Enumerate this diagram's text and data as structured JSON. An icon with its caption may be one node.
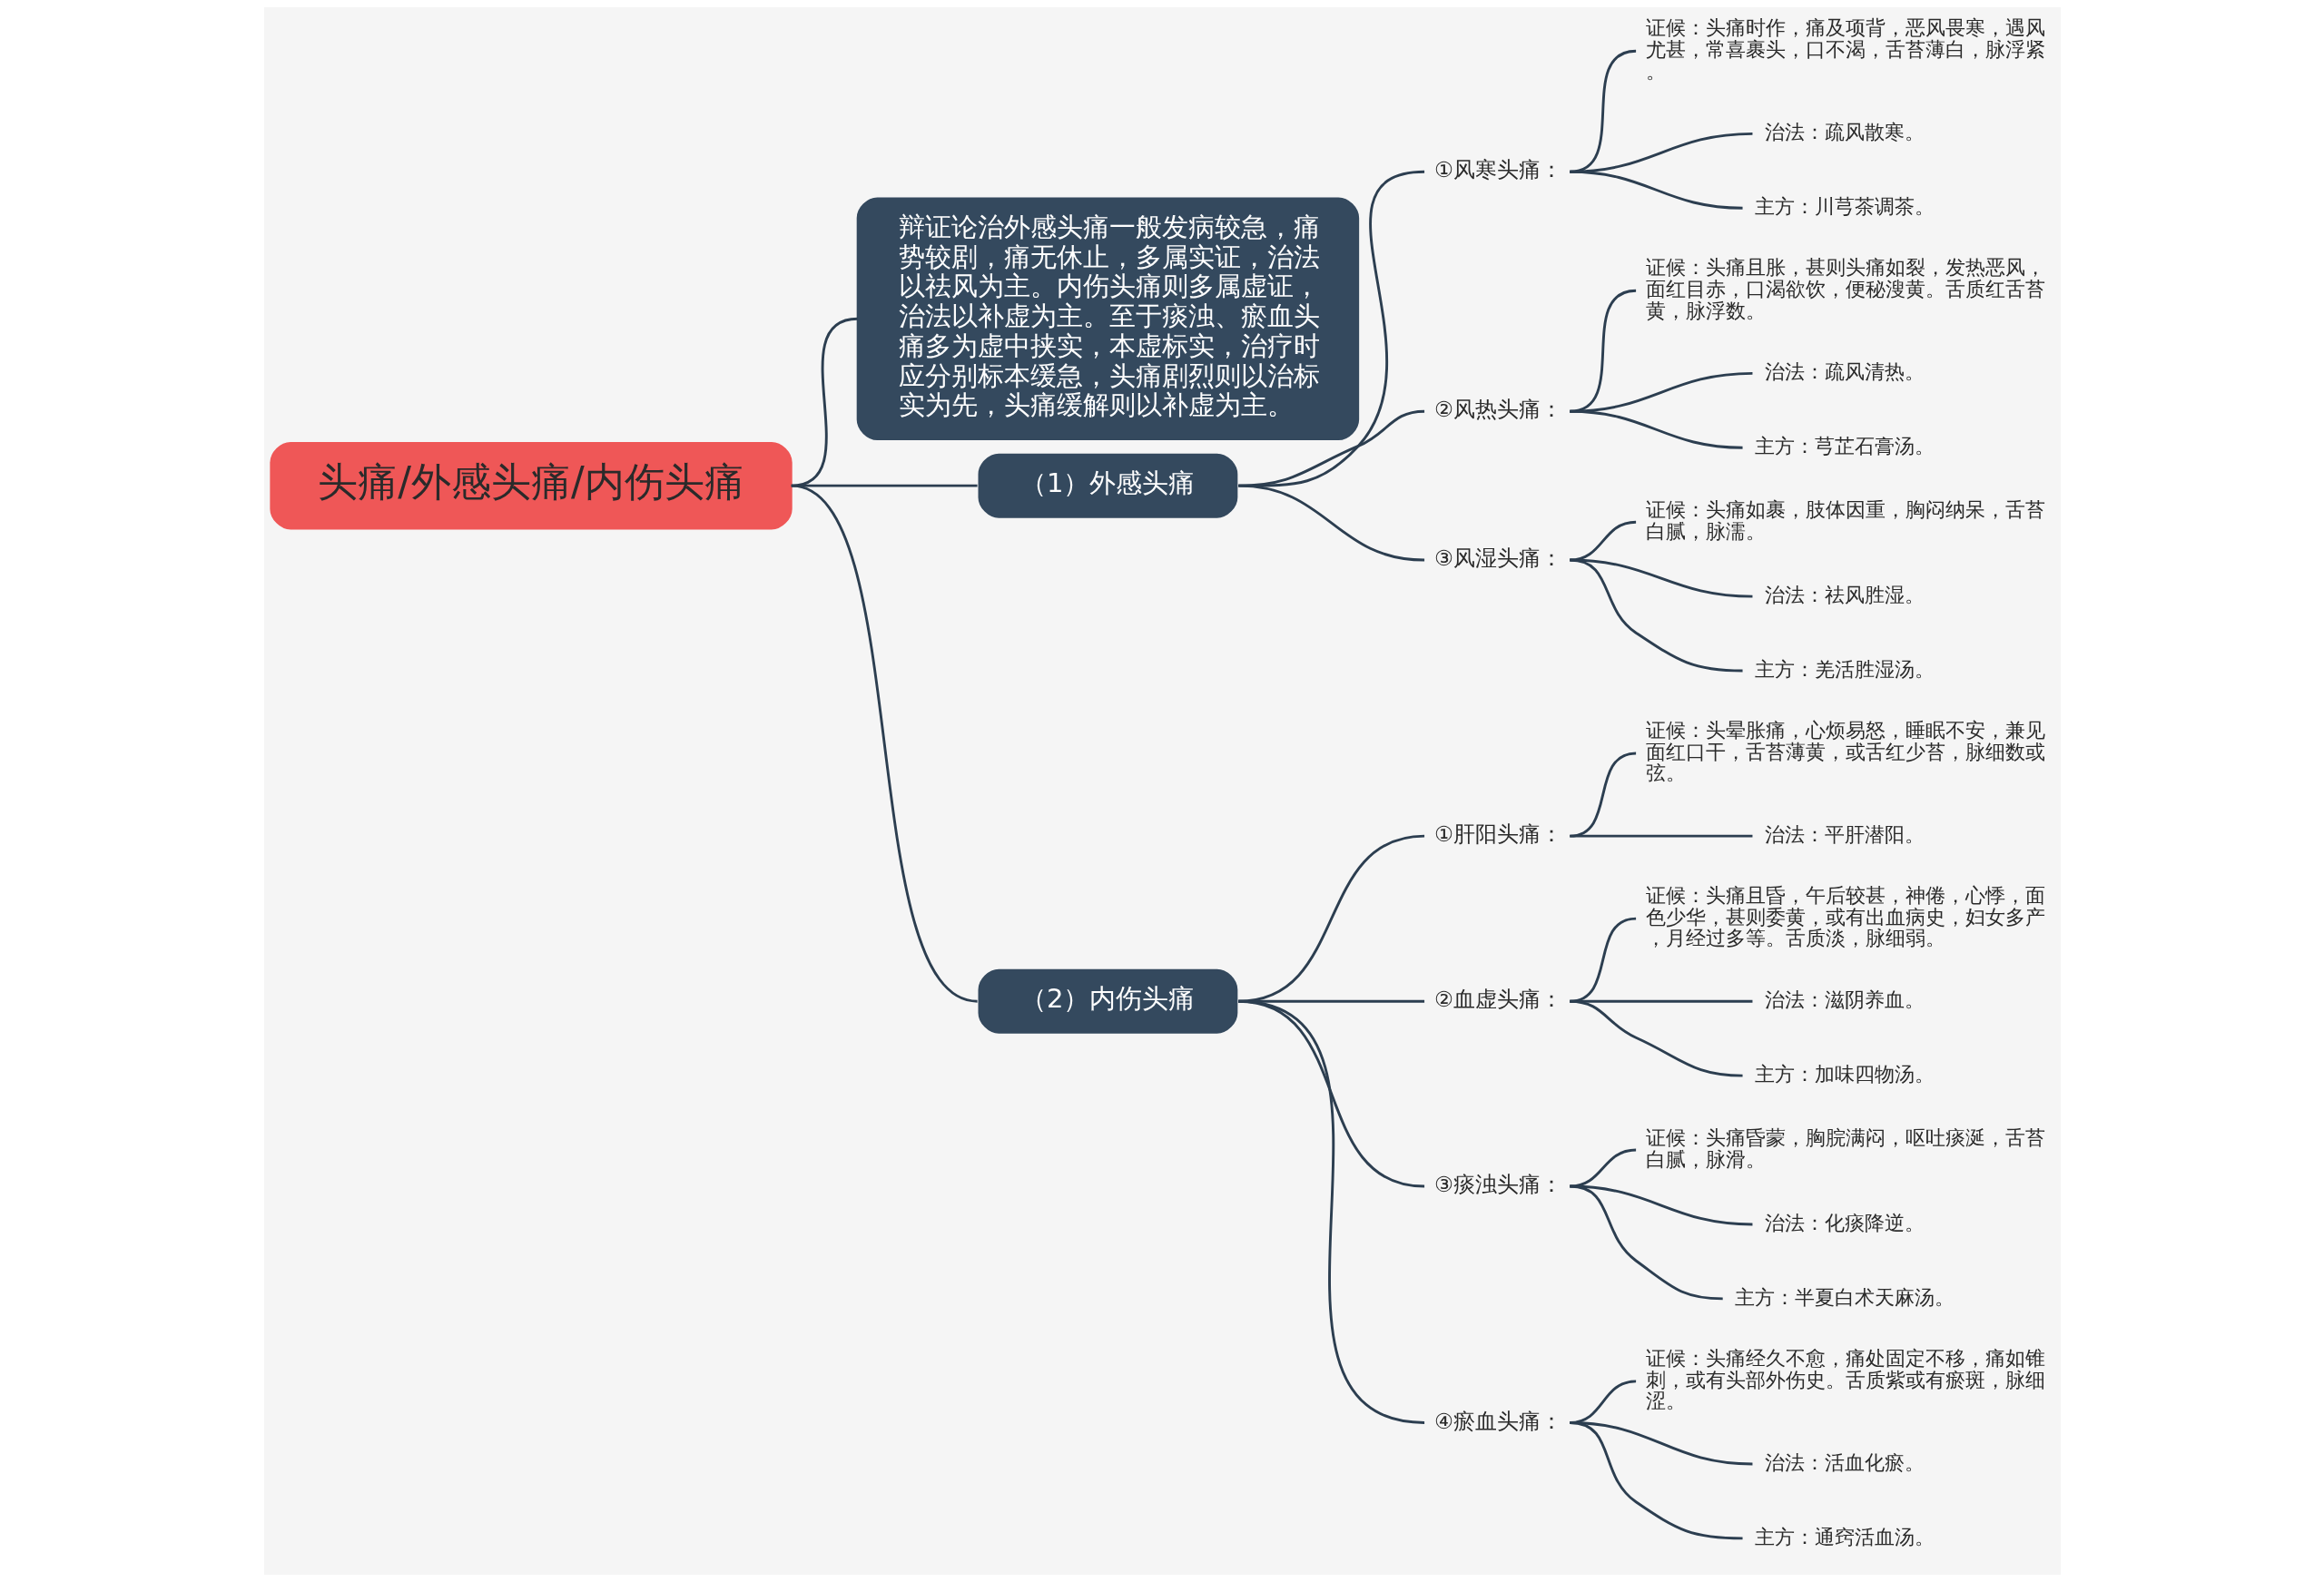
{
  "diagram": {
    "nodes": [
      {
        "text": [
          "头痛/外感头痛/内伤头痛"
        ]
      },
      {
        "text": [
          "辩证论治外感头痛一般发病较急，痛势较剧，痛无休止，多属实证，治法以祛风为主。内伤头痛则多属虚证，治法以补虚为主。至于痰浊、瘀血头痛多为虚中挟实，本虚标实，治疗时应分别标本缓急，头痛剧烈则以治标实为先，头痛缓解则以补虚为主。"
        ]
      },
      {
        "text": [
          "（1）外感头痛"
        ]
      },
      {
        "text": [
          "①风寒头痛："
        ]
      },
      {
        "text": [
          "证候：头痛时作，痛及项背，恶风畏寒，遇风尤甚，常喜裹头，口不渴，舌苔薄白，脉浮紧。"
        ]
      },
      {
        "text": [
          "治法：疏风散寒。"
        ]
      },
      {
        "text": [
          "主方：川芎茶调茶。"
        ]
      },
      {
        "text": [
          "②风热头痛："
        ]
      },
      {
        "text": [
          "证候：头痛且胀，甚则头痛如裂，发热恶风，面红目赤，口渴欲饮，便秘溲黄。舌质红舌苔黄，脉浮数。"
        ]
      },
      {
        "text": [
          "治法：疏风清热。"
        ]
      },
      {
        "text": [
          "主方：芎芷石膏汤。"
        ]
      },
      {
        "text": [
          "③风湿头痛："
        ]
      },
      {
        "text": [
          "证候：头痛如裹，肢体因重，胸闷纳呆，舌苔白腻，脉濡。"
        ]
      },
      {
        "text": [
          "治法：祛风胜湿。"
        ]
      },
      {
        "text": [
          "主方：羌活胜湿汤。"
        ]
      },
      {
        "text": [
          "（2）内伤头痛"
        ]
      },
      {
        "text": [
          "①肝阳头痛："
        ]
      },
      {
        "text": [
          "证候：头晕胀痛，心烦易怒，睡眠不安，兼见面红口干，舌苔薄黄，或舌红少苔，脉细数或弦。"
        ]
      },
      {
        "text": [
          "治法：平肝潜阳。"
        ]
      },
      {
        "text": [
          "②血虚头痛："
        ]
      },
      {
        "text": [
          "证候：头痛且昏，午后较甚，神倦，心悸，面色少华，甚则委黄，或有出血病史，妇女多产，月经过多等。舌质淡，脉细弱。"
        ]
      },
      {
        "text": [
          "治法：滋阴养血。"
        ]
      },
      {
        "text": [
          "主方：加味四物汤。"
        ]
      },
      {
        "text": [
          "③痰浊头痛："
        ]
      },
      {
        "text": [
          "证候：头痛昏蒙，胸脘满闷，呕吐痰涎，舌苔白腻，脉滑。"
        ]
      },
      {
        "text": [
          "治法：化痰降逆。"
        ]
      },
      {
        "text": [
          "主方：半夏白术天麻汤。"
        ]
      },
      {
        "text": [
          "④瘀血头痛："
        ]
      },
      {
        "text": [
          "证候：头痛经久不愈，痛处固定不移，痛如锥刺，或有头部外伤史。舌质紫或有瘀斑，脉细涩。"
        ]
      },
      {
        "text": [
          "治法：活血化瘀。"
        ]
      },
      {
        "text": [
          "主方：通窍活血汤。"
        ]
      }
    ],
    "edges": [
      {
        "from": 0,
        "to": 1,
        "arrow": "none"
      },
      {
        "from": 0,
        "to": 2,
        "arrow": "none"
      },
      {
        "from": 2,
        "to": 3,
        "arrow": "none"
      },
      {
        "from": 3,
        "to": 4,
        "arrow": "none"
      },
      {
        "from": 3,
        "to": 5,
        "arrow": "none"
      },
      {
        "from": 3,
        "to": 6,
        "arrow": "none"
      },
      {
        "from": 2,
        "to": 7,
        "arrow": "none"
      },
      {
        "from": 7,
        "to": 8,
        "arrow": "none"
      },
      {
        "from": 7,
        "to": 9,
        "arrow": "none"
      },
      {
        "from": 7,
        "to": 10,
        "arrow": "none"
      },
      {
        "from": 2,
        "to": 11,
        "arrow": "none"
      },
      {
        "from": 11,
        "to": 12,
        "arrow": "none"
      },
      {
        "from": 11,
        "to": 13,
        "arrow": "none"
      },
      {
        "from": 11,
        "to": 14,
        "arrow": "none"
      },
      {
        "from": 0,
        "to": 15,
        "arrow": "none"
      },
      {
        "from": 15,
        "to": 16,
        "arrow": "none"
      },
      {
        "from": 16,
        "to": 17,
        "arrow": "none"
      },
      {
        "from": 16,
        "to": 18,
        "arrow": "none"
      },
      {
        "from": 15,
        "to": 19,
        "arrow": "none"
      },
      {
        "from": 19,
        "to": 20,
        "arrow": "none"
      },
      {
        "from": 19,
        "to": 21,
        "arrow": "none"
      },
      {
        "from": 19,
        "to": 22,
        "arrow": "none"
      },
      {
        "from": 15,
        "to": 23,
        "arrow": "none"
      },
      {
        "from": 23,
        "to": 24,
        "arrow": "none"
      },
      {
        "from": 23,
        "to": 25,
        "arrow": "none"
      },
      {
        "from": 23,
        "to": 26,
        "arrow": "none"
      },
      {
        "from": 15,
        "to": 27,
        "arrow": "none"
      },
      {
        "from": 27,
        "to": 28,
        "arrow": "none"
      },
      {
        "from": 27,
        "to": 29,
        "arrow": "none"
      },
      {
        "from": 27,
        "to": 30,
        "arrow": "none"
      }
    ]
  }
}
